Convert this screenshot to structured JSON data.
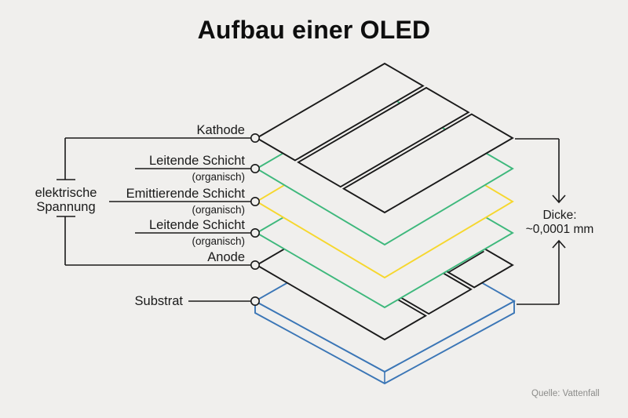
{
  "title": "Aufbau einer OLED",
  "source": "Quelle: Vattenfall",
  "voltage": {
    "line1": "elektrische",
    "line2": "Spannung"
  },
  "thickness": {
    "line1": "Dicke:",
    "line2": "~0,0001 mm"
  },
  "layers": [
    {
      "name": "Kathode",
      "sub": "",
      "color": "#1a1a1a"
    },
    {
      "name": "Leitende Schicht",
      "sub": "(organisch)",
      "color": "#3eb87c"
    },
    {
      "name": "Emittierende Schicht",
      "sub": "(organisch)",
      "color": "#f6d72e"
    },
    {
      "name": "Leitende Schicht",
      "sub": "(organisch)",
      "color": "#3eb87c"
    },
    {
      "name": "Anode",
      "sub": "",
      "color": "#1a1a1a"
    },
    {
      "name": "Substrat",
      "sub": "",
      "color": "#3b76b6"
    }
  ],
  "colors": {
    "bg": "#f0efed",
    "ink": "#1a1a1a",
    "green": "#3eb87c",
    "yellow": "#f6d72e",
    "blue": "#3b76b6",
    "muted": "#8c8c8a"
  }
}
